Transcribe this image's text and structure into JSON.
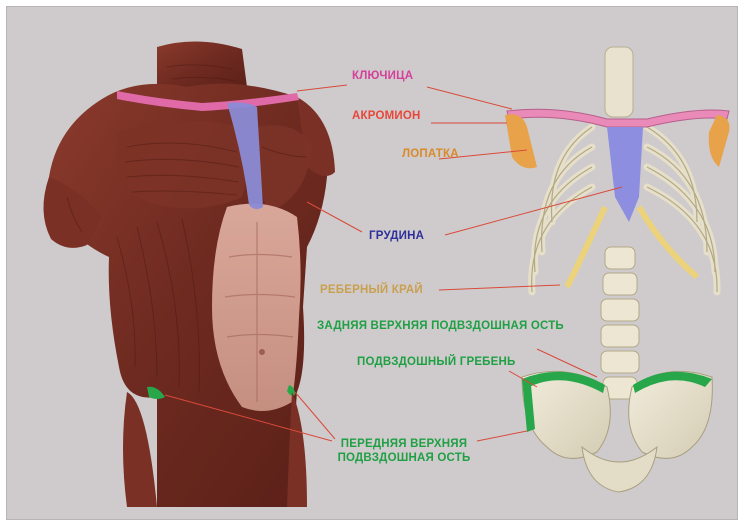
{
  "labels": {
    "clavicle": "КЛЮЧИЦА",
    "acromion": "АКРОМИОН",
    "scapula": "ЛОПАТКА",
    "sternum": "ГРУДИНА",
    "costal_margin": "РЕБЕРНЫЙ КРАЙ",
    "psis": "ЗАДНЯЯ ВЕРХНЯЯ ПОДВЗДОШНАЯ ОСТЬ",
    "iliac_crest": "ПОДВЗДОШНЫЙ ГРЕБЕНЬ",
    "asis_line1": "ПЕРЕДНЯЯ ВЕРХНЯЯ",
    "asis_line2": "ПОДВЗДОШНАЯ ОСТЬ"
  },
  "colors": {
    "clavicle": "#d4409a",
    "acromion": "#e8463a",
    "scapula": "#d98a2a",
    "sternum": "#2d2f9a",
    "costal_margin": "#c8a050",
    "green": "#1fa044",
    "leader": "#d94a3a",
    "background": "#cfcbcc"
  }
}
